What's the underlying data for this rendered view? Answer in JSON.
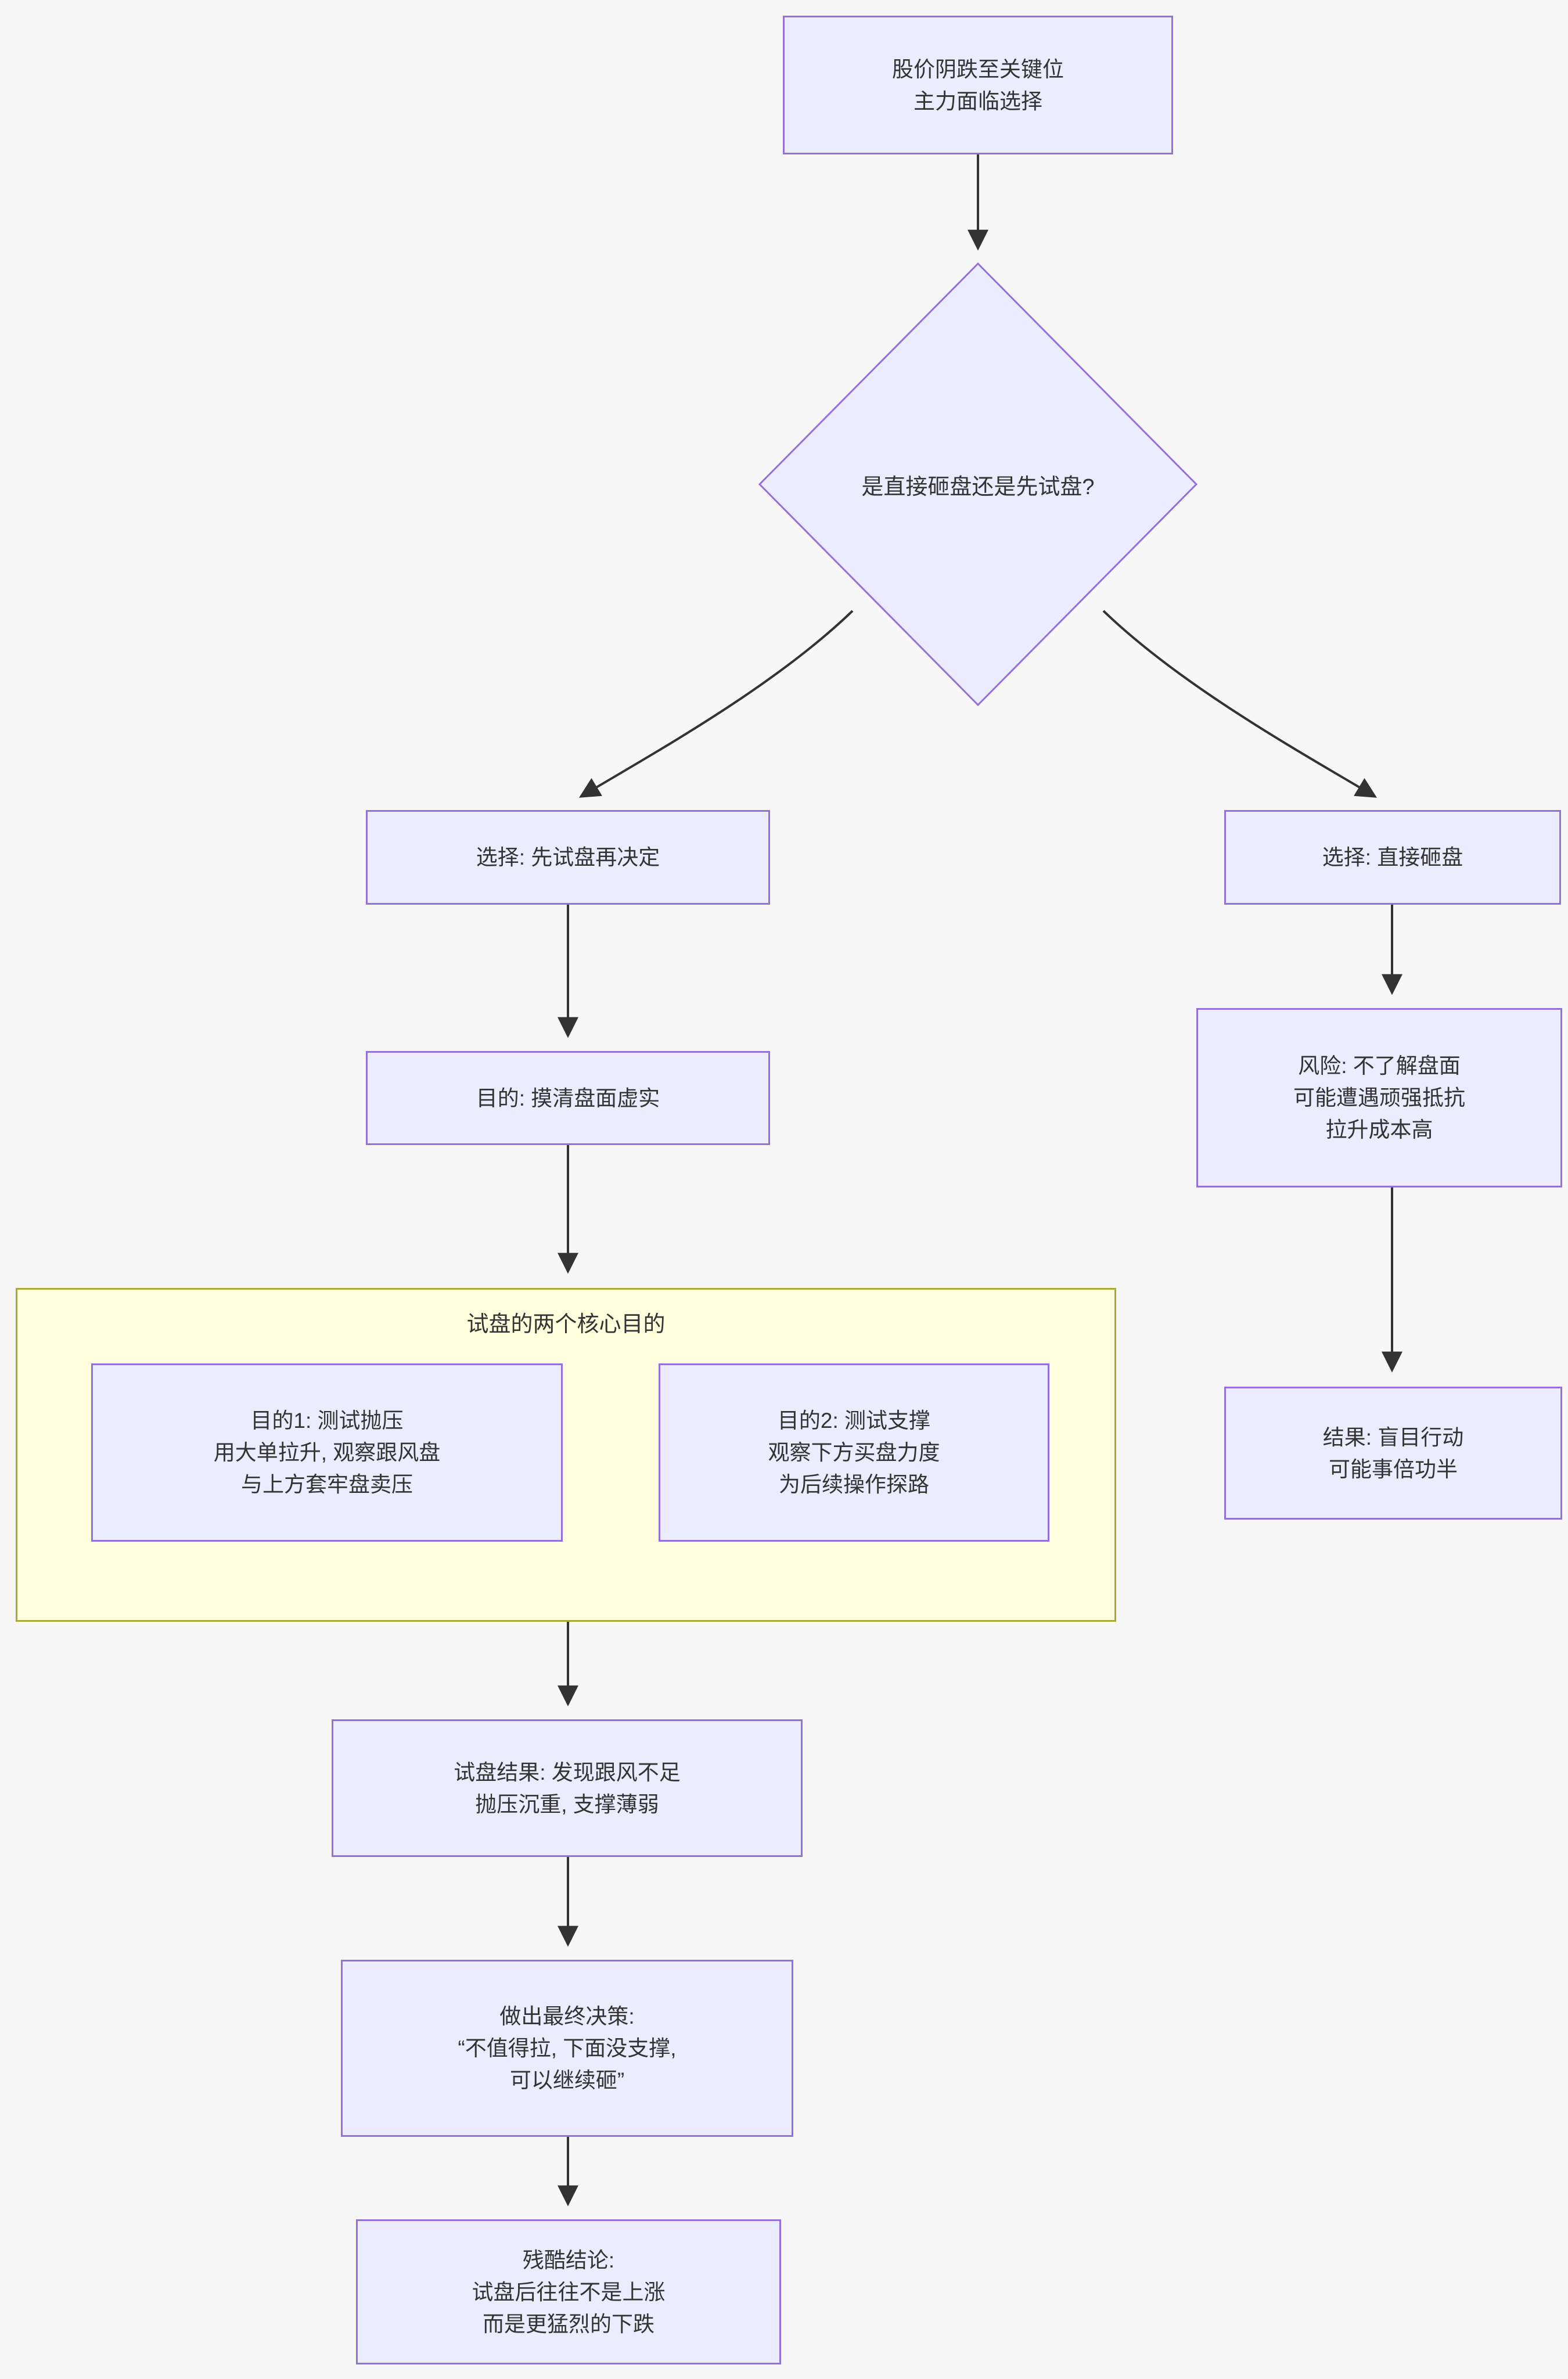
{
  "diagram": {
    "type": "flowchart",
    "colors": {
      "background": "#F7F7F8",
      "node_fill": "#ECECFF",
      "node_border": "#9370DB",
      "container_fill": "#FFFFDE",
      "container_border": "#AAAA33",
      "edge": "#333333",
      "text": "#333333"
    },
    "nodes": {
      "start": {
        "lines": [
          "股价阴跌至关键位",
          "主力面临选择"
        ]
      },
      "decision": {
        "text": "是直接砸盘还是先试盘?"
      },
      "choice_test": {
        "text": "选择: 先试盘再决定"
      },
      "choice_smash": {
        "text": "选择: 直接砸盘"
      },
      "purpose": {
        "text": "目的: 摸清盘面虚实"
      },
      "risk": {
        "lines": [
          "风险: 不了解盘面",
          "可能遭遇顽强抵抗",
          "拉升成本高"
        ]
      },
      "container": {
        "title": "试盘的两个核心目的"
      },
      "goal1": {
        "lines": [
          "目的1: 测试抛压",
          "用大单拉升, 观察跟风盘",
          "与上方套牢盘卖压"
        ]
      },
      "goal2": {
        "lines": [
          "目的2: 测试支撑",
          "观察下方买盘力度",
          "为后续操作探路"
        ]
      },
      "blind_result": {
        "lines": [
          "结果: 盲目行动",
          "可能事倍功半"
        ]
      },
      "trial_result": {
        "lines": [
          "试盘结果: 发现跟风不足",
          "抛压沉重, 支撑薄弱"
        ]
      },
      "final_decision": {
        "lines": [
          "做出最终决策:",
          "“不值得拉, 下面没支撑,",
          "可以继续砸”"
        ]
      },
      "conclusion": {
        "lines": [
          "残酷结论:",
          "试盘后往往不是上涨",
          "而是更猛烈的下跌"
        ]
      }
    }
  }
}
